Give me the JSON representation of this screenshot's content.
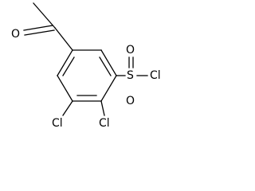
{
  "molecule": {
    "atoms": {
      "carbonyl_oxygen": "O",
      "sulfonyl_oxygen_1": "O",
      "sulfonyl_oxygen_2": "O",
      "sulfur": "S",
      "sulfonyl_chlorine": "Cl",
      "ring_chlorine_1": "Cl",
      "ring_chlorine_2": "Cl"
    }
  }
}
